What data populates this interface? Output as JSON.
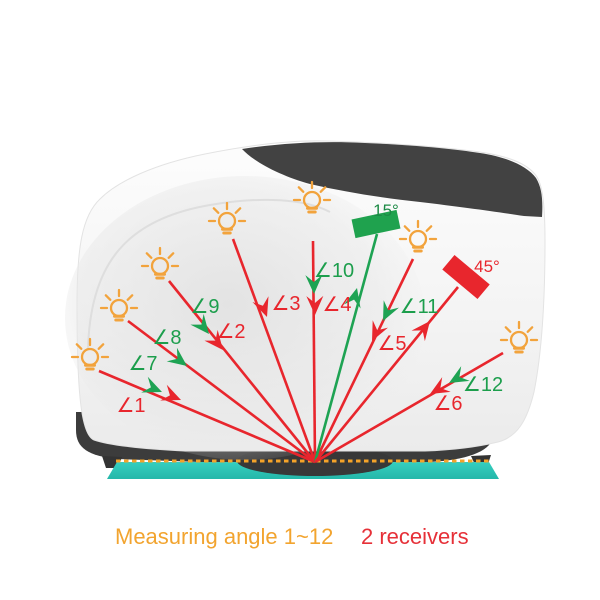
{
  "captions": {
    "measuring_angles": "Measuring angle 1~12",
    "receivers": "2 receivers"
  },
  "receivers": [
    {
      "label": "15°",
      "color": "#1fa24e",
      "shape": "green-receiver-block"
    },
    {
      "label": "45°",
      "color": "#e8262d",
      "shape": "red-receiver-block"
    }
  ],
  "angle_labels": [
    {
      "id": 1,
      "text": "∠1",
      "color": "red"
    },
    {
      "id": 2,
      "text": "∠2",
      "color": "red"
    },
    {
      "id": 3,
      "text": "∠3",
      "color": "red"
    },
    {
      "id": 4,
      "text": "∠4",
      "color": "red"
    },
    {
      "id": 5,
      "text": "∠5",
      "color": "red"
    },
    {
      "id": 6,
      "text": "∠6",
      "color": "red"
    },
    {
      "id": 7,
      "text": "∠7",
      "color": "green"
    },
    {
      "id": 8,
      "text": "∠8",
      "color": "green"
    },
    {
      "id": 9,
      "text": "∠9",
      "color": "green"
    },
    {
      "id": 10,
      "text": "∠10",
      "color": "green"
    },
    {
      "id": 11,
      "text": "∠11",
      "color": "green"
    },
    {
      "id": 12,
      "text": "∠12",
      "color": "green"
    }
  ],
  "lights": {
    "icon": "light-bulb-icon",
    "count": 7
  },
  "colors": {
    "arrow_red": "#e8262d",
    "arrow_green": "#1ea353",
    "bulb_orange": "#f2a33c",
    "caption_orange": "#f2a42f",
    "caption_red": "#e63038",
    "base_plate_teal": "#2bc5b4",
    "device_dark": "#3c3c3c",
    "device_body": "#f4f4f4"
  }
}
